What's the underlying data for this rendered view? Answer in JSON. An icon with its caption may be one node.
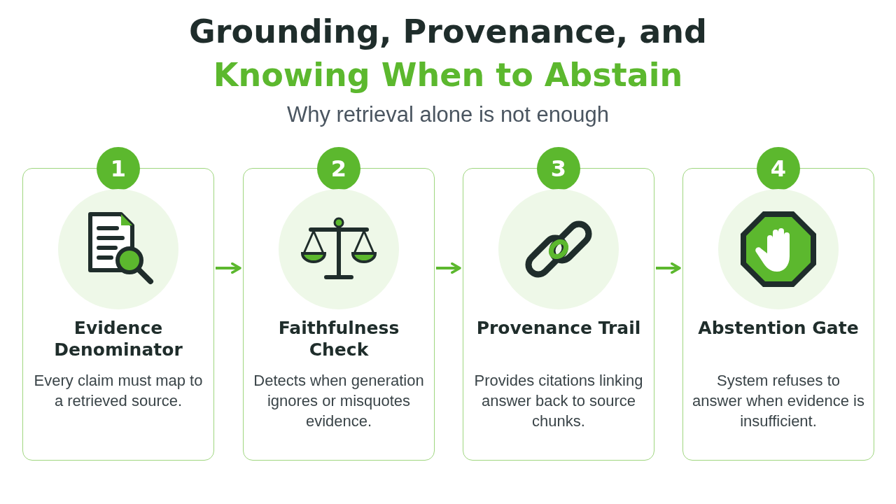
{
  "diagram": {
    "title": "Grounding, Provenance, and Knowing When to Abstain",
    "nodes": [
      {
        "text": [
          "1",
          "Evidence Denominator",
          "Every claim must map to a retrieved source."
        ]
      },
      {
        "text": [
          "2",
          "Faithfulness Check",
          "Detects when generation ignores or misquotes evidence."
        ]
      },
      {
        "text": [
          "3",
          "Provenance Trail",
          "Provides citations linking answer back to source chunks."
        ]
      },
      {
        "text": [
          "4",
          "Abstention Gate",
          "System refuses to answer when evidence is insufficient."
        ]
      }
    ],
    "edges": [
      {
        "from": 0,
        "to": 1,
        "arrow": "to"
      },
      {
        "from": 1,
        "to": 2,
        "arrow": "to"
      },
      {
        "from": 2,
        "to": 3,
        "arrow": "to"
      }
    ],
    "labels": [
      "Why retrieval alone is not enough"
    ]
  }
}
